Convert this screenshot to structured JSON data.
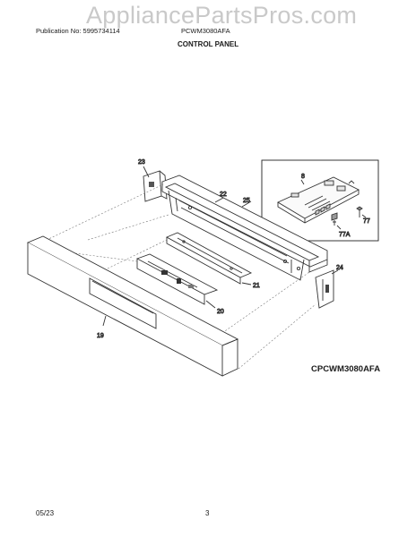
{
  "header": {
    "watermark": "AppliancePartsPros.com",
    "publication_no": "Publication No: 5995734114",
    "model": "PCWM3080AFA",
    "section_title": "CONTROL PANEL"
  },
  "callouts": {
    "p8": "8",
    "p19": "19",
    "p20": "20",
    "p21": "21",
    "p22": "22",
    "p23": "23",
    "p24": "24",
    "p25": "25",
    "p77": "77",
    "p77A": "77A"
  },
  "diagram_code": "CPCWM3080AFA",
  "footer": {
    "date": "05/23",
    "page": "3"
  }
}
